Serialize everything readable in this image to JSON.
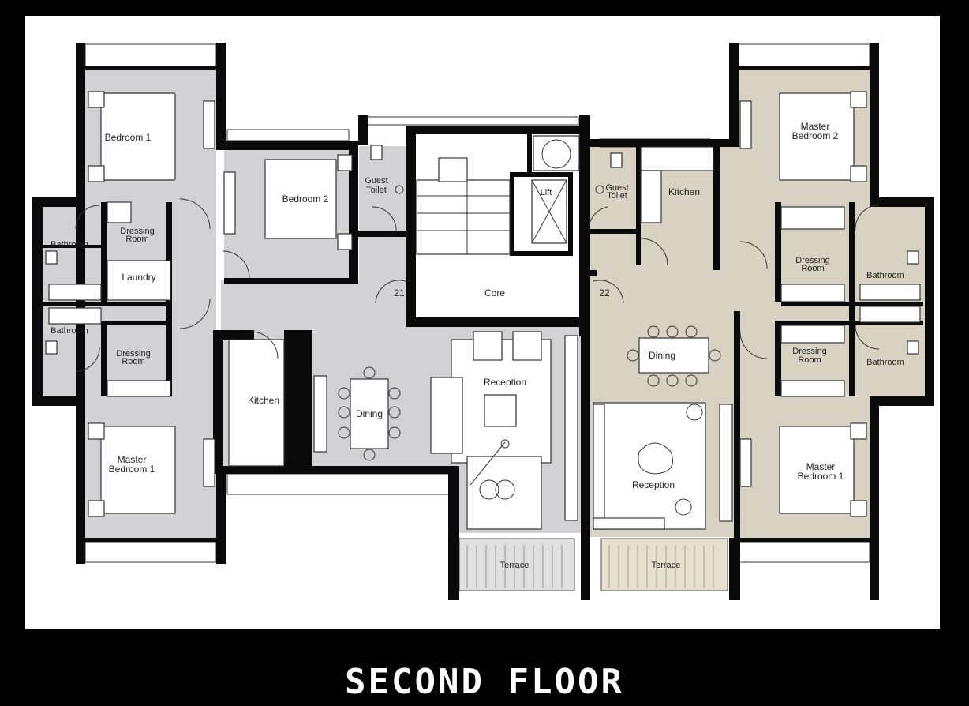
{
  "title": "SECOND FLOOR",
  "colors": {
    "unit_left": "#d2d2d4",
    "unit_right": "#d8d2c2",
    "wall": "#0a0a0a",
    "frame": "#000000"
  },
  "rooms": {
    "bedroom1": "Bedroom 1",
    "bedroom2": "Bedroom 2",
    "guest_toilet_left_1": "Guest",
    "guest_toilet_left_2": "Toilet",
    "dressing_top_left_1": "Dressing",
    "dressing_top_left_2": "Room",
    "bathroom_top_left": "Bathroom",
    "laundry": "Laundry",
    "bathroom_bottom_left": "Bathroom",
    "dressing_bottom_left_1": "Dressing",
    "dressing_bottom_left_2": "Room",
    "kitchen_left": "Kitchen",
    "dining_left": "Dining",
    "reception_left": "Reception",
    "master_bedroom1_left_1": "Master",
    "master_bedroom1_left_2": "Bedroom 1",
    "terrace_left": "Terrace",
    "core": "Core",
    "lift": "Lift",
    "unit_21": "21",
    "unit_22": "22",
    "master_bedroom2_1": "Master",
    "master_bedroom2_2": "Bedroom 2",
    "guest_toilet_right_1": "Guest",
    "guest_toilet_right_2": "Toilet",
    "kitchen_right": "Kitchen",
    "dressing_top_right_1": "Dressing",
    "dressing_top_right_2": "Room",
    "bathroom_top_right": "Bathroom",
    "dining_right": "Dining",
    "dressing_bottom_right_1": "Dressing",
    "dressing_bottom_right_2": "Room",
    "bathroom_bottom_right": "Bathroom",
    "reception_right": "Reception",
    "master_bedroom1_right_1": "Master",
    "master_bedroom1_right_2": "Bedroom 1",
    "terrace_right": "Terrace"
  }
}
